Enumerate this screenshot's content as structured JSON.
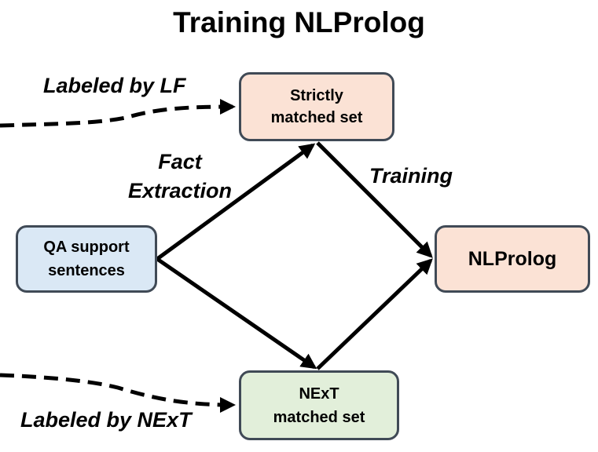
{
  "title": "Training NLProlog",
  "nodes": {
    "strict": "Strictly\nmatched set",
    "qa": "QA support\nsentences",
    "nlprolog": "NLProlog",
    "next": "NExT\nmatched set"
  },
  "labels": {
    "labeled_lf": "Labeled by LF",
    "fact_extraction": "Fact\nExtraction",
    "training": "Training",
    "labeled_next": "Labeled by NExT"
  },
  "colors": {
    "strict_fill": "#fbe2d5",
    "qa_fill": "#dae8f5",
    "nlprolog_fill": "#fbe2d5",
    "next_fill": "#e2efda",
    "border": "#404a56"
  }
}
